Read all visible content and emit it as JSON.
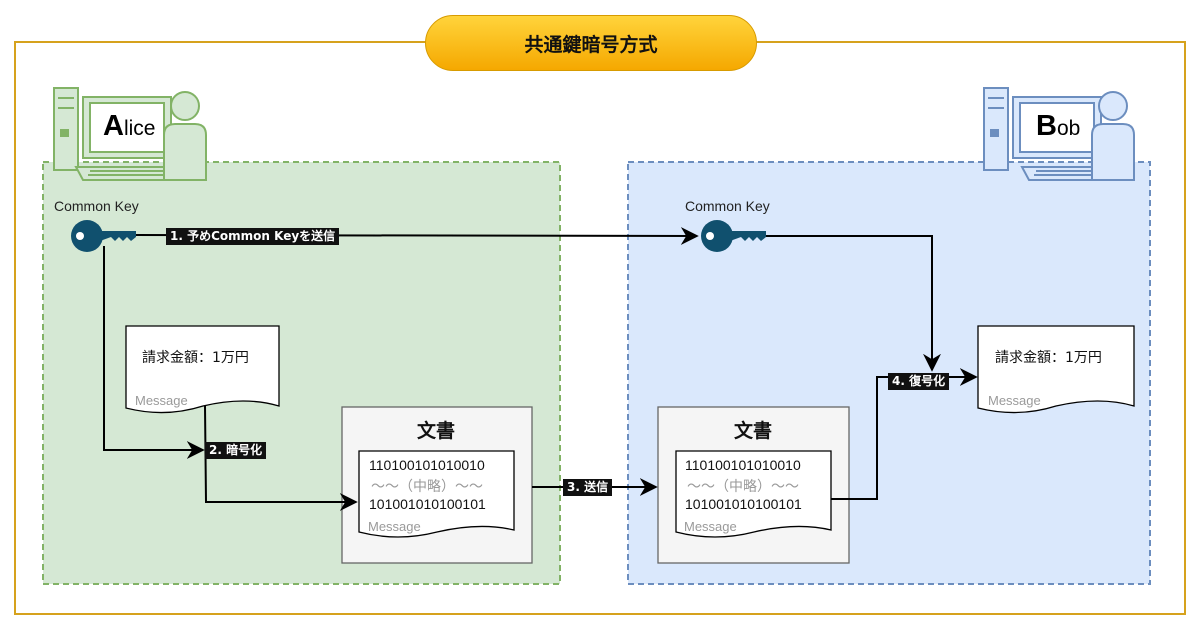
{
  "title": "共通鍵暗号方式",
  "alice": {
    "initial": "A",
    "rest": "lice",
    "key_label": "Common Key"
  },
  "bob": {
    "initial": "B",
    "rest": "ob",
    "key_label": "Common Key"
  },
  "steps": {
    "step1": "1. 予めCommon Keyを送信",
    "step2": "2. 暗号化",
    "step3": "3. 送信",
    "step4": "4. 復号化"
  },
  "plain_doc": {
    "text": "請求金額：1万円",
    "caption": "Message"
  },
  "cipher_doc": {
    "title": "文書",
    "line1": "110100101010010",
    "omit": "〜〜（中略）〜〜",
    "line2": "101001010100101",
    "caption": "Message"
  },
  "colors": {
    "outer_border": "#d6a21d",
    "alice_fill": "#d5e8d4",
    "alice_stroke": "#82b366",
    "bob_fill": "#dae8fc",
    "bob_stroke": "#6c8ebf",
    "key": "#10506e",
    "title_fill": "#ffc61a"
  }
}
